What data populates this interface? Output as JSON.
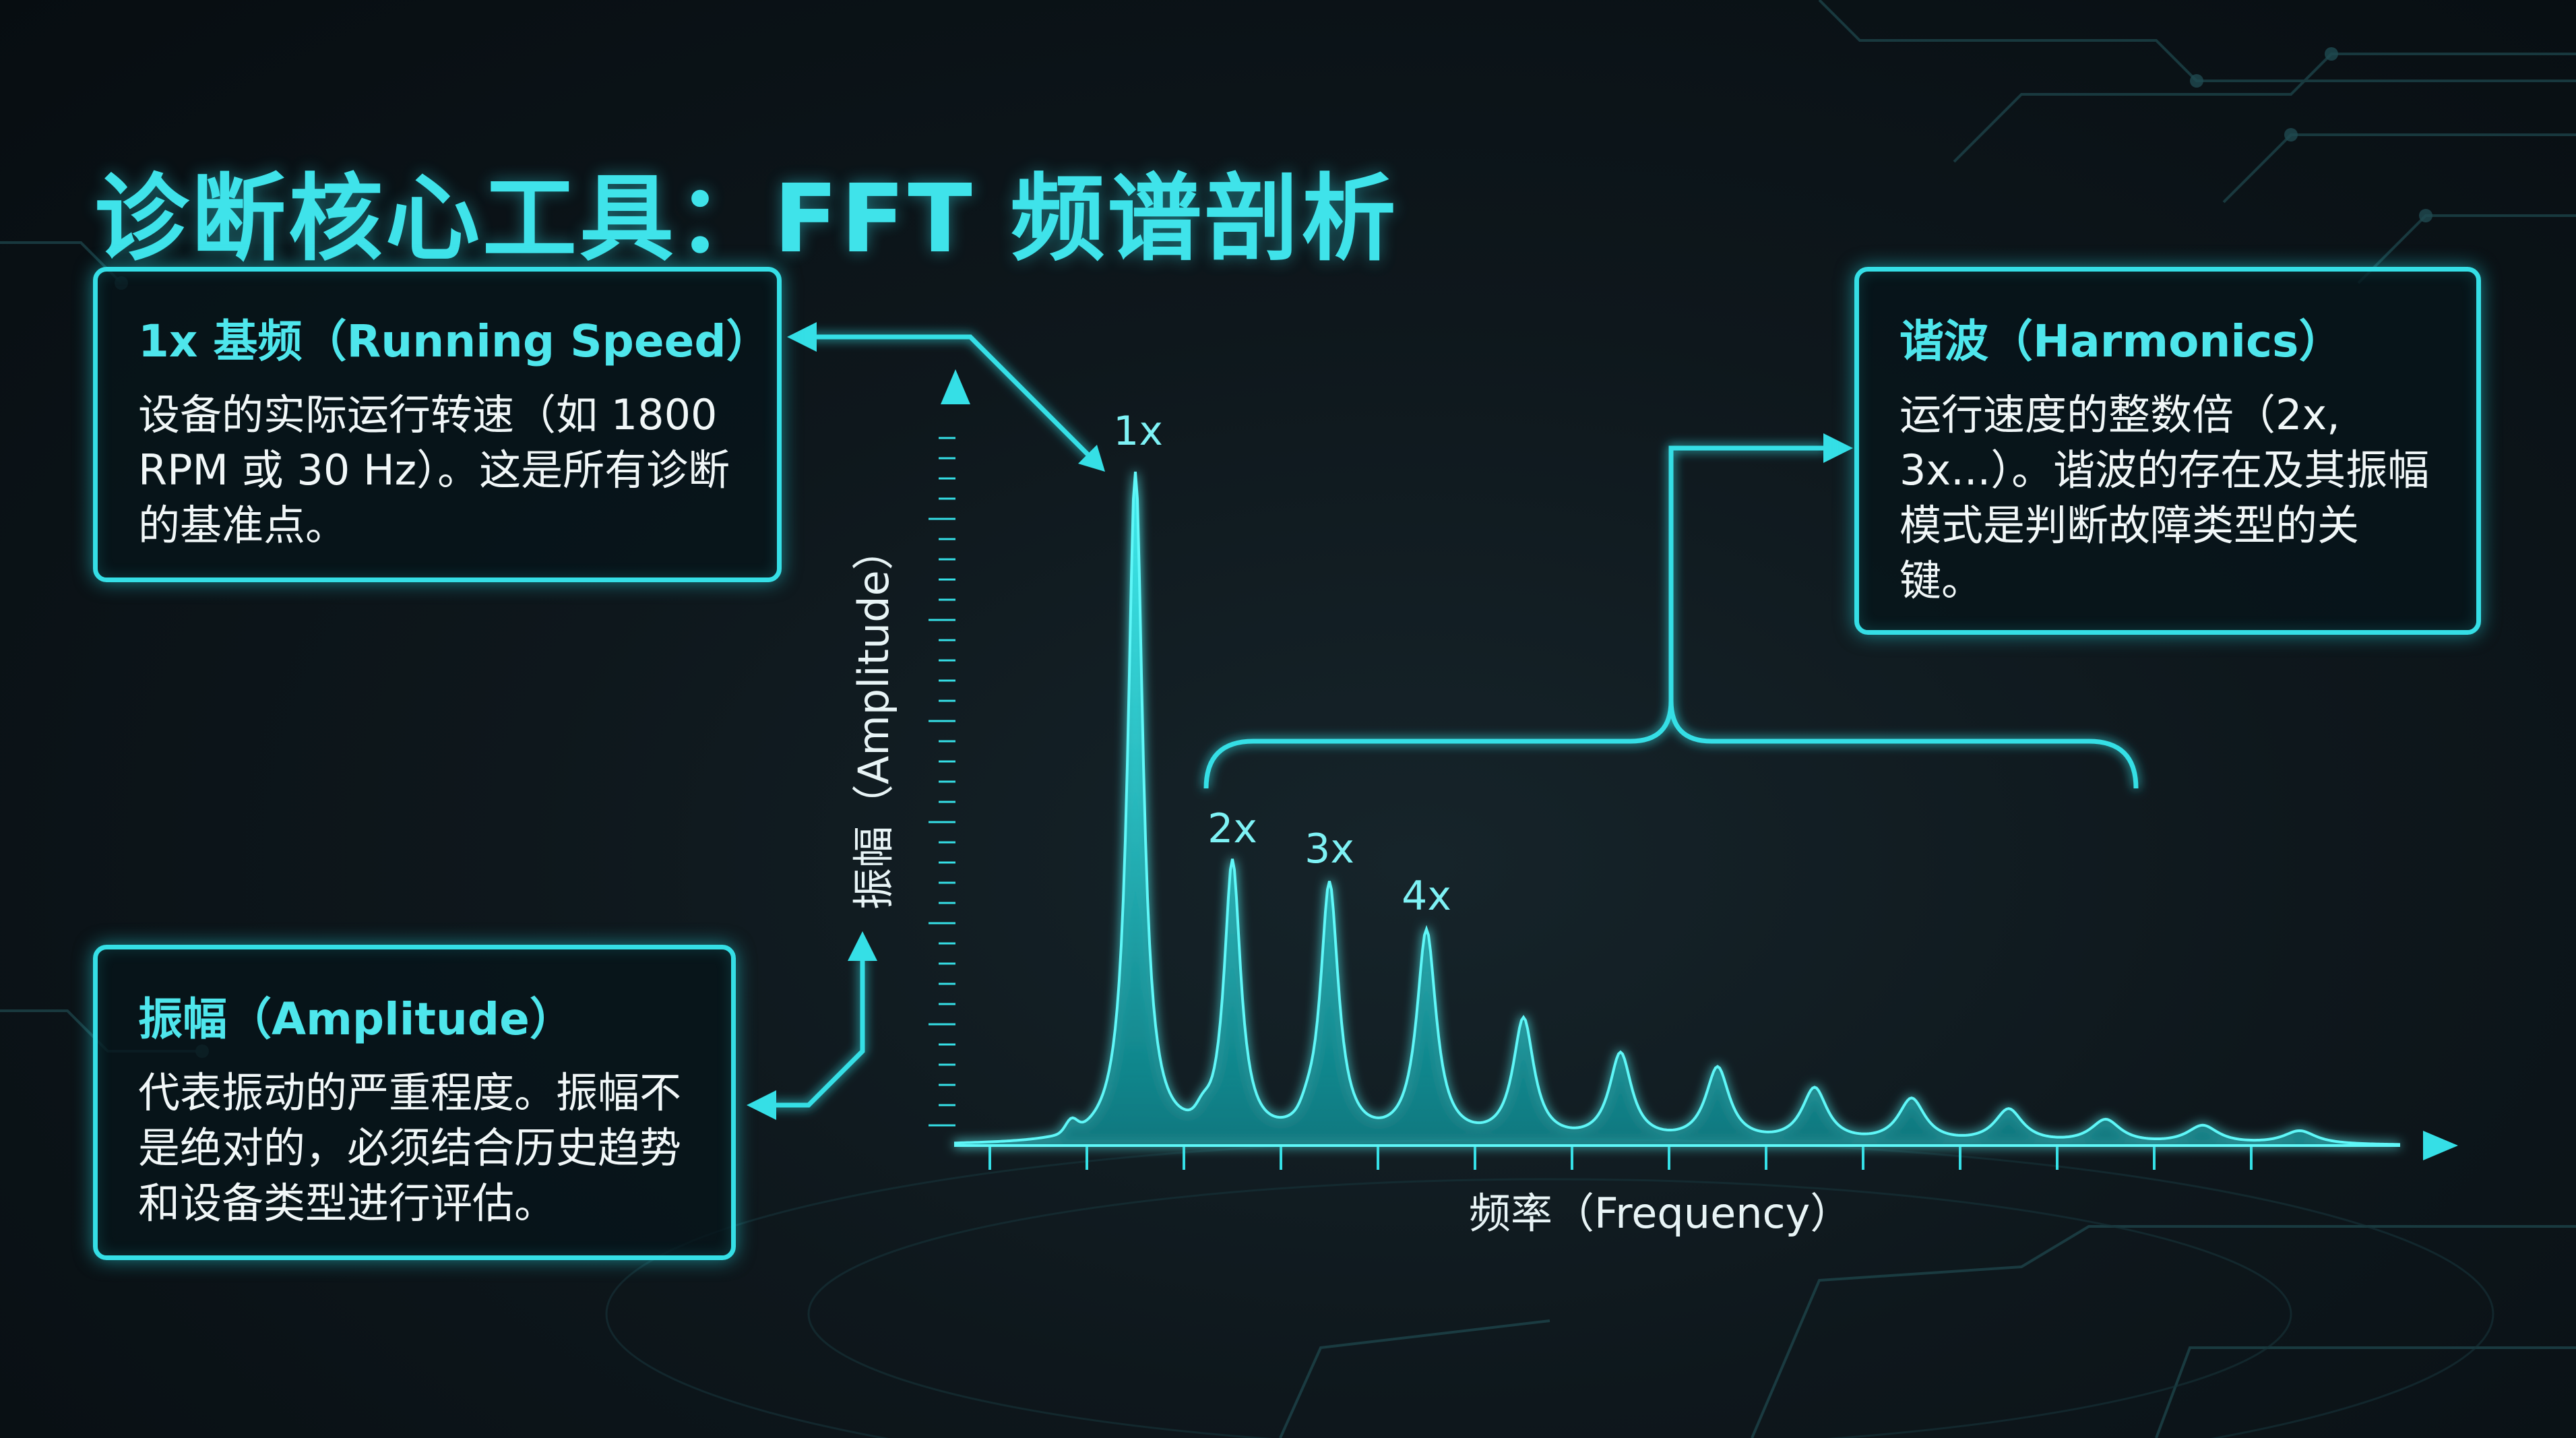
{
  "title": "诊断核心工具：FFT 频谱剖析",
  "boxes": {
    "fundamental": {
      "title": "1x 基频（Running Speed）",
      "body": "设备的实际运行转速（如 1800 RPM 或 30 Hz）。这是所有诊断的基准点。"
    },
    "harmonics": {
      "title": "谐波（Harmonics）",
      "body": "运行速度的整数倍（2x, 3x...）。谐波的存在及其振幅模式是判断故障类型的关键。"
    },
    "amplitude": {
      "title": "振幅（Amplitude）",
      "body": "代表振动的严重程度。振幅不是绝对的，必须结合历史趋势和设备类型进行评估。"
    }
  },
  "chart_data": {
    "type": "line",
    "xlabel": "频率（Frequency）",
    "ylabel": "振幅（Amplitude）",
    "x": [
      1,
      2,
      3,
      4,
      5,
      6,
      7,
      8,
      9,
      10,
      11,
      12,
      13
    ],
    "values": [
      1.0,
      0.41,
      0.38,
      0.31,
      0.18,
      0.13,
      0.11,
      0.08,
      0.065,
      0.05,
      0.035,
      0.027,
      0.02
    ],
    "peak_labels": [
      "1x",
      "2x",
      "3x",
      "4x"
    ],
    "grid": false
  },
  "colors": {
    "accent": "#35dfe6",
    "title": "#3fe3ea",
    "spectrum": "#2fd8dd"
  }
}
